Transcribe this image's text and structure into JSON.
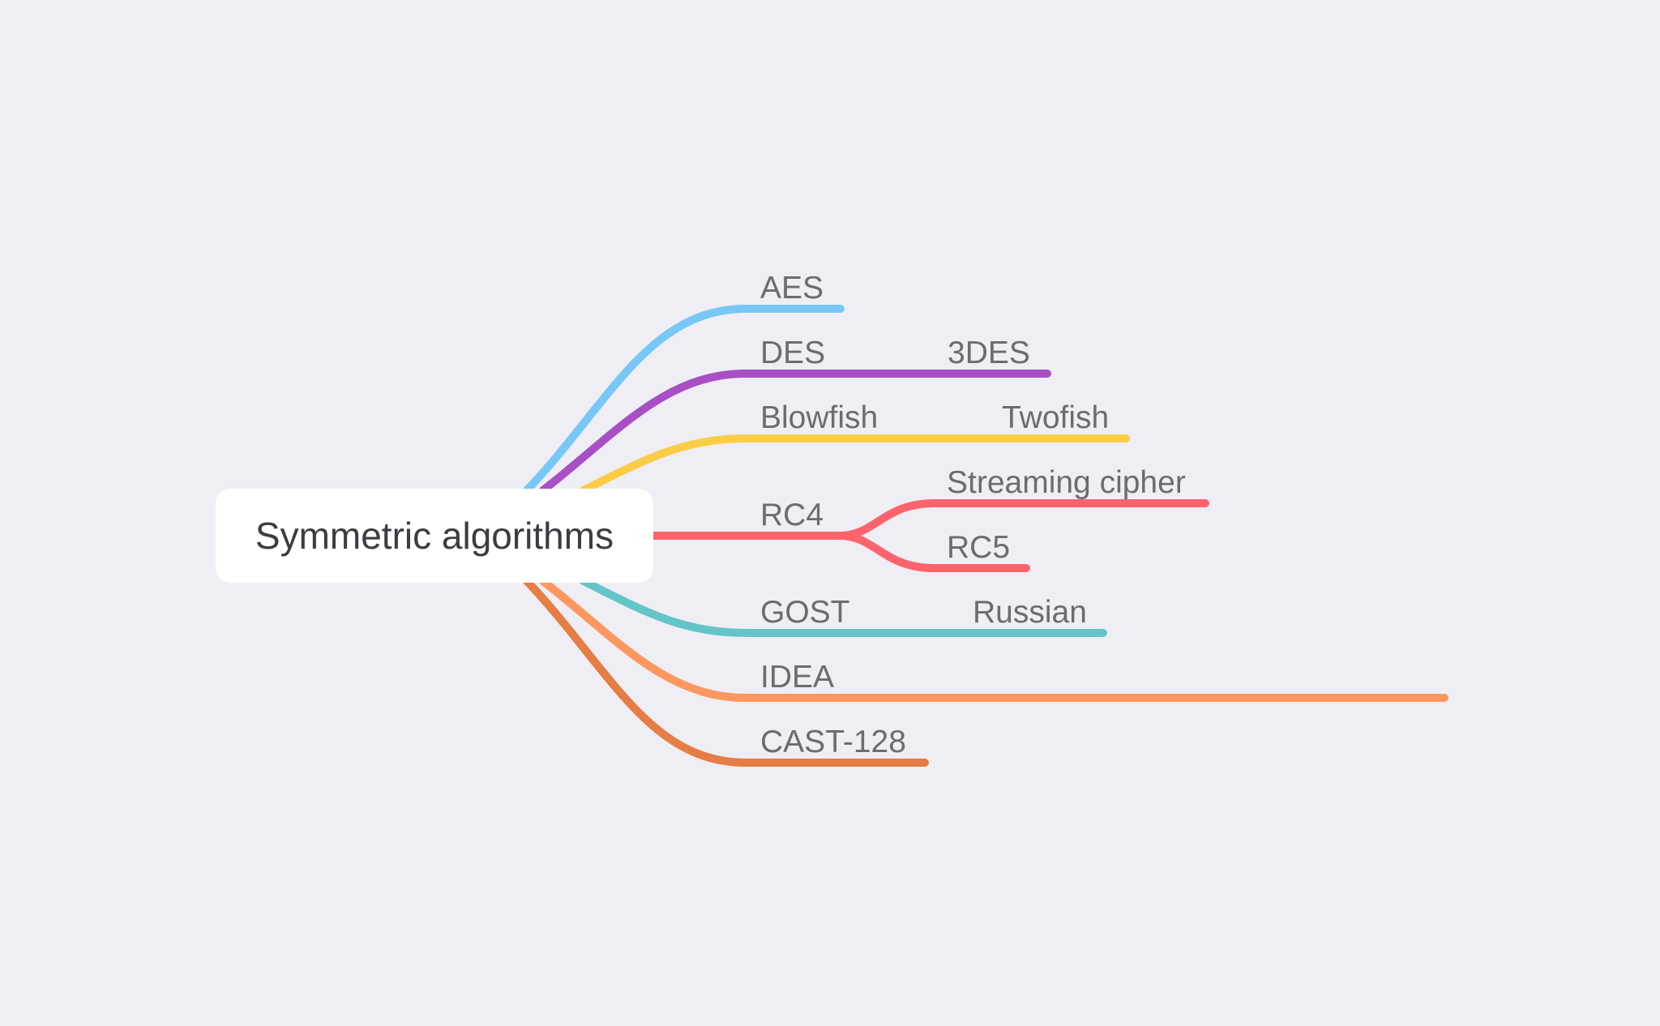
{
  "root": {
    "label": "Symmetric algorithms"
  },
  "branches": [
    {
      "label": "AES",
      "color": "#77c8f6",
      "children": []
    },
    {
      "label": "DES",
      "color": "#a84fc6",
      "children": [
        {
          "label": "3DES"
        }
      ]
    },
    {
      "label": "Blowfish",
      "color": "#fbcd47",
      "children": [
        {
          "label": "Twofish"
        }
      ]
    },
    {
      "label": "RC4",
      "color": "#fd636d",
      "children": [
        {
          "label": "Streaming cipher"
        },
        {
          "label": "RC5"
        }
      ]
    },
    {
      "label": "GOST",
      "color": "#63c5c7",
      "children": [
        {
          "label": "Russian"
        }
      ]
    },
    {
      "label": "IDEA",
      "color": "#fc975f",
      "children": []
    },
    {
      "label": "CAST-128",
      "color": "#e67d45",
      "children": []
    }
  ]
}
